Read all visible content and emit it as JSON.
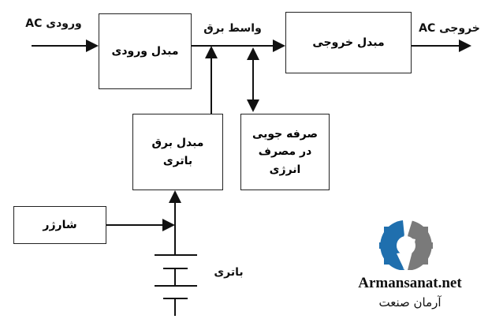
{
  "labels": {
    "ac_input": "ورودی AC",
    "dc_bus": "واسط برق",
    "ac_output": "خروجی AC",
    "battery": "باتری"
  },
  "blocks": {
    "input_converter": "مبدل ورودی",
    "output_converter": "مبدل خروجی",
    "battery_converter": "مبدل برق باتری",
    "energy_saving": "صرفه جویی در مصرف انرژی",
    "charger": "شارژر"
  },
  "logo": {
    "site": "Armansanat.net",
    "name": "آرمان صنعت",
    "colors": {
      "blue": "#1f6fae",
      "gray": "#7a7a7a"
    }
  }
}
